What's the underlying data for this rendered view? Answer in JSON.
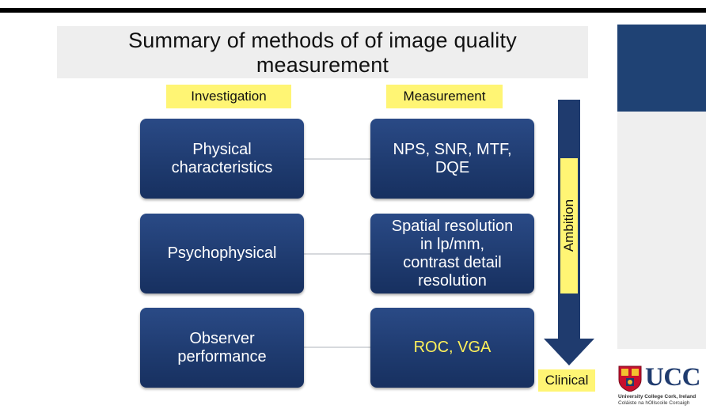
{
  "slide": {
    "title_line1": "Summary of methods of  of image quality",
    "title_line2": "measurement",
    "col_investigation": "Investigation",
    "col_measurement": "Measurement",
    "rows": [
      {
        "investigation": "Physical\ncharacteristics",
        "measurement": "NPS, SNR, MTF,\nDQE",
        "highlight": false
      },
      {
        "investigation": "Psychophysical",
        "measurement": "Spatial resolution\nin lp/mm,\ncontrast detail\nresolution",
        "highlight": false
      },
      {
        "investigation": "Observer\nperformance",
        "measurement": "ROC, VGA",
        "highlight": true
      }
    ],
    "arrow_label": "Ambition",
    "arrow_end_label": "Clinical"
  },
  "logo": {
    "brand": "UCC",
    "line1": "University College Cork, Ireland",
    "line2": "Coláiste na hOllscoile Corcaigh"
  },
  "colors": {
    "box_blue": "#1e3a6e",
    "highlight_yellow": "#fff574",
    "highlight_text": "#fff15a"
  }
}
